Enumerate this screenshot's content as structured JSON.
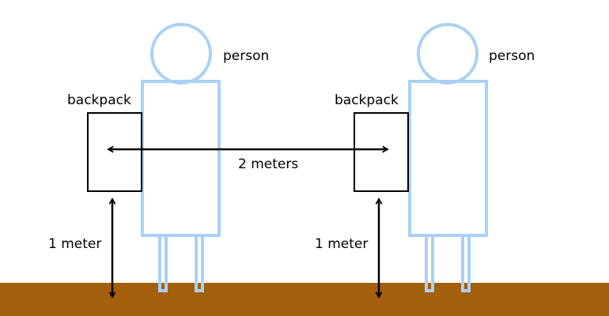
{
  "figures": [
    {
      "person_label": "person",
      "backpack_label": "backpack",
      "height_label": "1 meter"
    },
    {
      "person_label": "person",
      "backpack_label": "backpack",
      "height_label": "1 meter"
    }
  ],
  "distance_label": "2 meters",
  "colors": {
    "person_outline": "#a9d1f5",
    "ground": "#a35f0c",
    "backpack_outline": "#000000",
    "arrow": "#000000",
    "background": "#ffffff"
  }
}
